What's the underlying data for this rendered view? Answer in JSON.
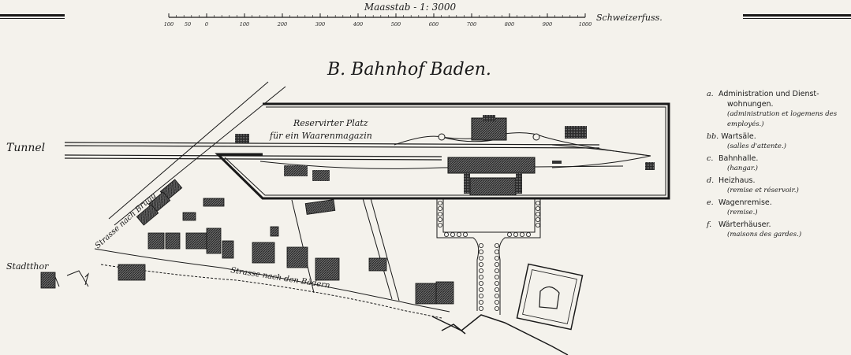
{
  "scale": {
    "title": "Maasstab - 1: 3000",
    "unit": "Schweizerfuss.",
    "ticks": [
      "100",
      "50",
      "0",
      "100",
      "200",
      "300",
      "400",
      "500",
      "600",
      "700",
      "800",
      "900",
      "1000"
    ]
  },
  "title": "B. Bahnhof Baden.",
  "labels": {
    "tunnel": "Tunnel",
    "reserved_line1": "Reservirter Platz",
    "reserved_line2": "für ein Waarenmagazin",
    "strasse_brugg": "Strasse nach Brugg",
    "strasse_baedern": "Strasse nach den Bädern",
    "stadtthor": "Stadtthor"
  },
  "legend": [
    {
      "key": "a.",
      "text": "Administration und Dienst-",
      "cont": "wohnungen.",
      "fr": "(administration et logemens des employés.)"
    },
    {
      "key": "bb.",
      "text": "Wartsäle.",
      "cont": "",
      "fr": "(salles d'attente.)"
    },
    {
      "key": "c.",
      "text": "Bahnhalle.",
      "cont": "",
      "fr": "(hangar.)"
    },
    {
      "key": "d.",
      "text": "Heizhaus.",
      "cont": "",
      "fr": "(remise et réservoir.)"
    },
    {
      "key": "e.",
      "text": "Wagenremise.",
      "cont": "",
      "fr": "(remise.)"
    },
    {
      "key": "f.",
      "text": "Wärterhäuser.",
      "cont": "",
      "fr": "(maisons des gardes.)"
    }
  ],
  "colors": {
    "ink": "#1a1a1a",
    "paper": "#f4f2ec",
    "hatch": "#3a3a3a"
  }
}
